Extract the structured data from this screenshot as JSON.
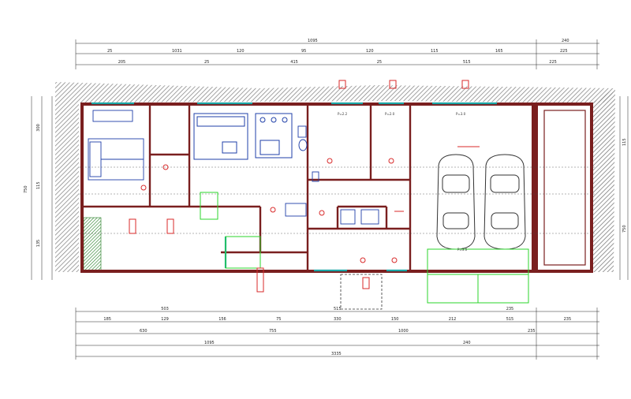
{
  "dimensions": {
    "top_total": "1095",
    "top_right": "240",
    "top_seg2": [
      "25",
      "1031",
      "120",
      "95",
      "120",
      "115",
      "165",
      "225"
    ],
    "top_seg3": [
      "205",
      "25",
      "415",
      "25",
      "515",
      "225"
    ],
    "bottom_seg1": [
      "503",
      "515",
      "235"
    ],
    "bottom_seg2": [
      "185",
      "129",
      "156",
      "75",
      "330",
      "150",
      "212",
      "515",
      "235"
    ],
    "bottom_seg3": [
      "630",
      "755",
      "1000",
      "235"
    ],
    "bottom_total": [
      "1095",
      "240"
    ],
    "bottom_grand": "3335",
    "left_overall": "750",
    "left_seg": [
      "300",
      "115",
      "135"
    ],
    "right_seg": [
      "115",
      "750"
    ]
  },
  "room_labels": {
    "p1": "P=2.2",
    "p2": "P=2.0",
    "p3": "P=3.0",
    "p4": "P=3.0"
  },
  "colors": {
    "wall": "#7a1f1f",
    "window": "#1aa6a6",
    "furniture": "#1f3fa8",
    "hatch": "#8a8a8a",
    "green": "#2bd62b",
    "red_marker": "#d82a2a"
  }
}
